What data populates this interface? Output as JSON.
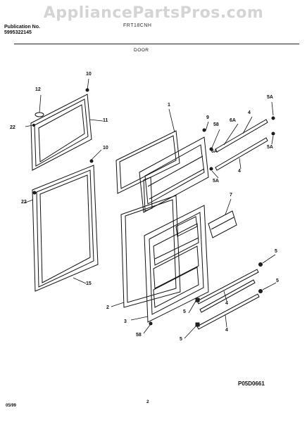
{
  "watermark": "AppliancePartsPros.com",
  "header": {
    "publication_label": "Publication No.",
    "publication_number": "5995322145",
    "model": "FRT18CNH",
    "section": "DOOR"
  },
  "diagram_code": "P05D0661",
  "footer": {
    "date": "05/99",
    "page": "2"
  },
  "callouts": [
    "12",
    "10",
    "22",
    "11",
    "10",
    "22",
    "15",
    "1",
    "9",
    "58",
    "6A",
    "4",
    "5A",
    "5A",
    "6A",
    "4",
    "5A",
    "7",
    "2",
    "3",
    "58",
    "5",
    "4",
    "5",
    "5",
    "4"
  ]
}
